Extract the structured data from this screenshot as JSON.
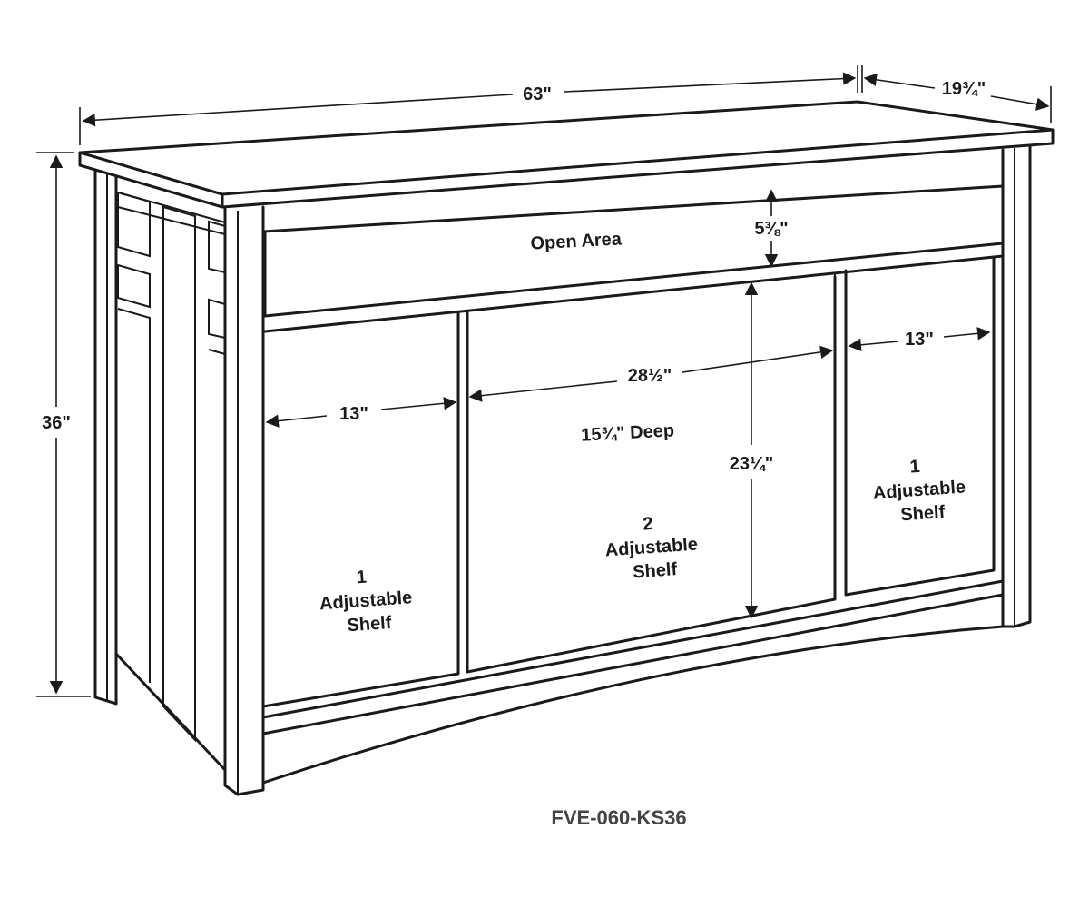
{
  "dimensions": {
    "width": "63\"",
    "depth": "19¾\"",
    "height": "36\"",
    "open_area_height": "5⅜\"",
    "left_cabinet_width": "13\"",
    "center_cabinet_width": "28½\"",
    "right_cabinet_width": "13\"",
    "interior_height": "23¼\"",
    "interior_depth": "15¾\" Deep"
  },
  "labels": {
    "open_area": "Open Area",
    "left_shelf": [
      "1",
      "Adjustable",
      "Shelf"
    ],
    "center_shelf": [
      "2",
      "Adjustable",
      "Shelf"
    ],
    "right_shelf": [
      "1",
      "Adjustable",
      "Shelf"
    ]
  },
  "model_number": "FVE-060-KS36"
}
